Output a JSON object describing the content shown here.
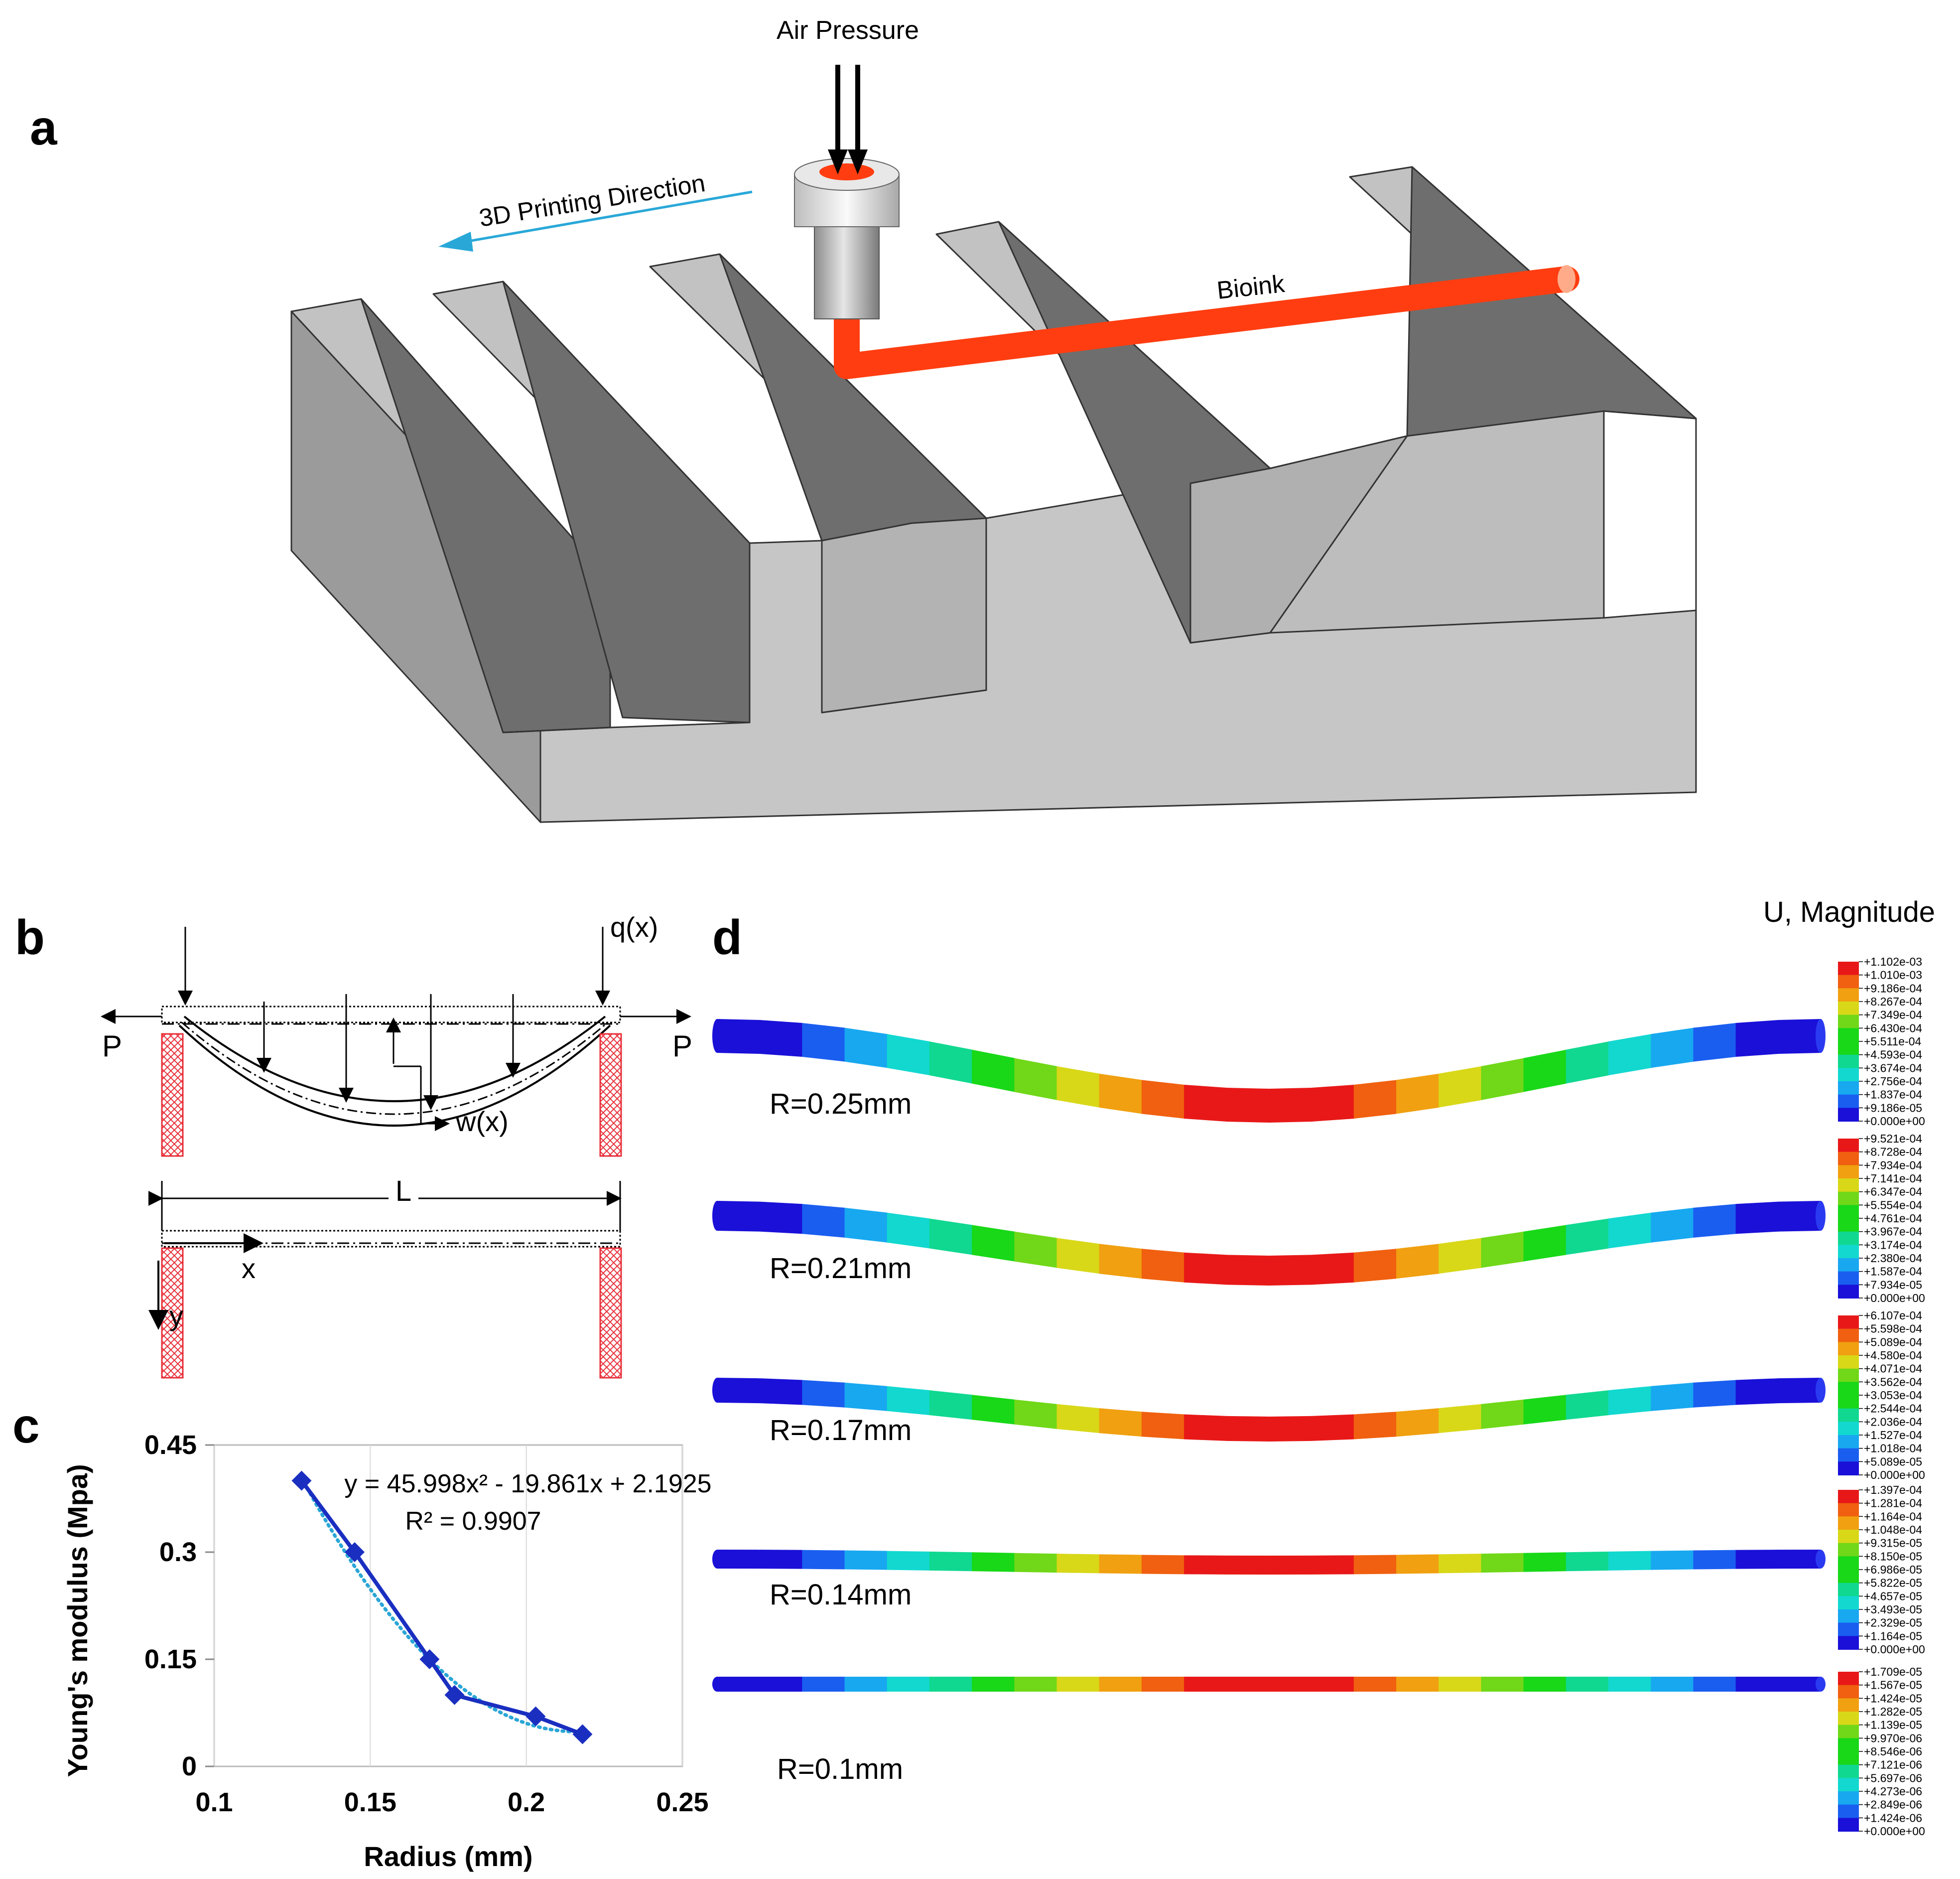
{
  "panel_labels": {
    "a": "a",
    "b": "b",
    "c": "c",
    "d": "d"
  },
  "panel_a": {
    "air_pressure_label": "Air Pressure",
    "printing_direction_label": "3D Printing Direction",
    "bioink_label": "Bioink",
    "colors": {
      "bioink": "#ff3d10",
      "direction_arrow": "#29a8d8"
    }
  },
  "panel_b": {
    "load_label": "q(x)",
    "force_left": "P",
    "force_right": "P",
    "deflection_label": "w(x)",
    "length_label": "L",
    "x_axis_label": "x",
    "y_axis_label": "y",
    "colors": {
      "support": "#e8303a"
    }
  },
  "panel_d": {
    "legend_title": "U, Magnitude",
    "colormap": [
      "#1a10d8",
      "#1a5ef0",
      "#18a8f0",
      "#12d8d0",
      "#10d890",
      "#18d818",
      "#70d818",
      "#d8d818",
      "#f0a010",
      "#f06010",
      "#e81818"
    ],
    "rods": [
      {
        "label": "R=0.25mm",
        "scale": [
          "+1.102e-03",
          "+1.010e-03",
          "+9.186e-04",
          "+8.267e-04",
          "+7.349e-04",
          "+6.430e-04",
          "+5.511e-04",
          "+4.593e-04",
          "+3.674e-04",
          "+2.756e-04",
          "+1.837e-04",
          "+9.186e-05",
          "+0.000e+00"
        ]
      },
      {
        "label": "R=0.21mm",
        "scale": [
          "+9.521e-04",
          "+8.728e-04",
          "+7.934e-04",
          "+7.141e-04",
          "+6.347e-04",
          "+5.554e-04",
          "+4.761e-04",
          "+3.967e-04",
          "+3.174e-04",
          "+2.380e-04",
          "+1.587e-04",
          "+7.934e-05",
          "+0.000e+00"
        ]
      },
      {
        "label": "R=0.17mm",
        "scale": [
          "+6.107e-04",
          "+5.598e-04",
          "+5.089e-04",
          "+4.580e-04",
          "+4.071e-04",
          "+3.562e-04",
          "+3.053e-04",
          "+2.544e-04",
          "+2.036e-04",
          "+1.527e-04",
          "+1.018e-04",
          "+5.089e-05",
          "+0.000e+00"
        ]
      },
      {
        "label": "R=0.14mm",
        "scale": [
          "+1.397e-04",
          "+1.281e-04",
          "+1.164e-04",
          "+1.048e-04",
          "+9.315e-05",
          "+8.150e-05",
          "+6.986e-05",
          "+5.822e-05",
          "+4.657e-05",
          "+3.493e-05",
          "+2.329e-05",
          "+1.164e-05",
          "+0.000e+00"
        ]
      },
      {
        "label": "R=0.1mm",
        "scale": [
          "+1.709e-05",
          "+1.567e-05",
          "+1.424e-05",
          "+1.282e-05",
          "+1.139e-05",
          "+9.970e-06",
          "+8.546e-06",
          "+7.121e-06",
          "+5.697e-06",
          "+4.273e-06",
          "+2.849e-06",
          "+1.424e-06",
          "+0.000e+00"
        ]
      }
    ]
  },
  "chart_data": {
    "type": "scatter",
    "title": "",
    "xlabel": "Radius (mm)",
    "ylabel": "Young's modulus (Mpa)",
    "xlim": [
      0.1,
      0.25
    ],
    "ylim": [
      0,
      0.45
    ],
    "x_ticks": [
      "0.1",
      "0.15",
      "0.2",
      "0.25"
    ],
    "y_ticks": [
      "0",
      "0.15",
      "0.3",
      "0.45"
    ],
    "grid": "vertical",
    "series": [
      {
        "x": [
          0.128,
          0.145,
          0.169,
          0.177,
          0.203,
          0.218
        ],
        "y": [
          0.4,
          0.3,
          0.15,
          0.1,
          0.07,
          0.045
        ],
        "color": "#1a2fc0"
      }
    ],
    "trendline": {
      "type": "polynomial",
      "coefficients": [
        45.998,
        -19.861,
        2.1925
      ],
      "color": "#2aa6d6"
    },
    "equation": "y = 45.998x² - 19.861x + 2.1925",
    "r_squared": "R² = 0.9907"
  }
}
